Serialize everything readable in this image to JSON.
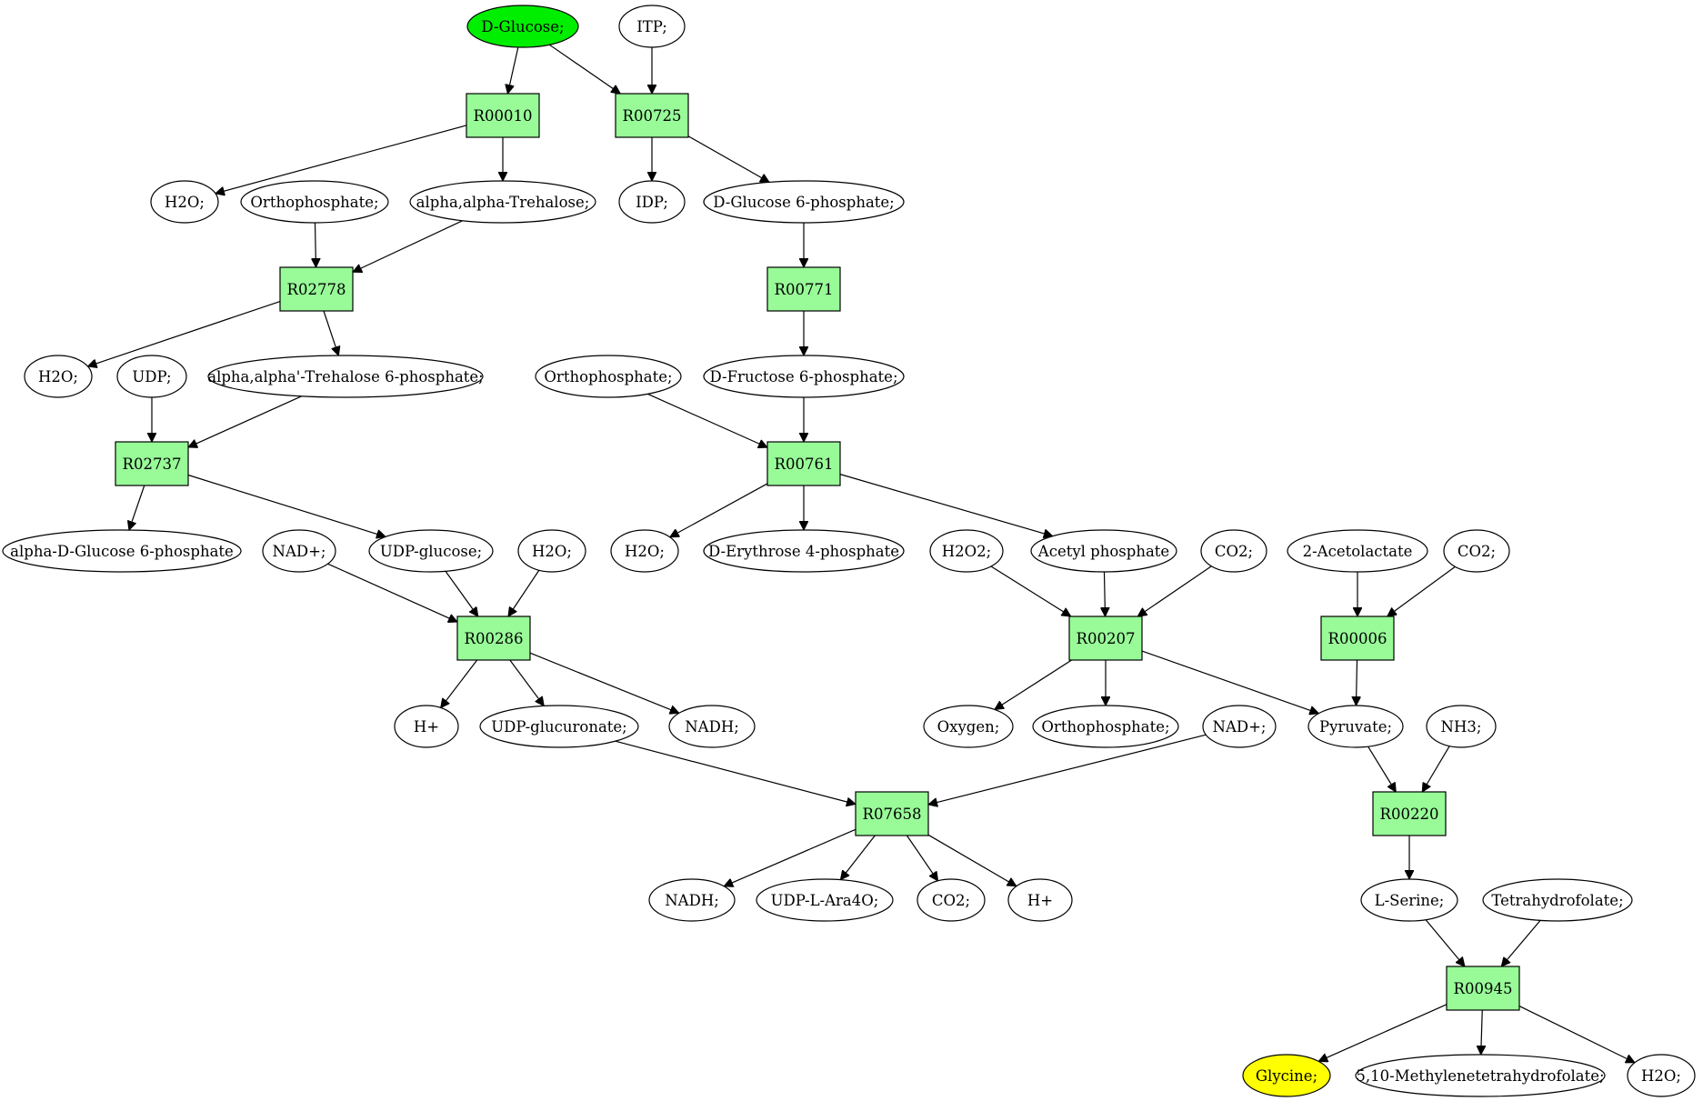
{
  "colors": {
    "reaction_fill": "#98fb98",
    "compound_fill": "#ffffff",
    "start_fill": "#00ee00",
    "end_fill": "#ffff00",
    "stroke": "#000000"
  },
  "nodes": [
    {
      "id": "glucose",
      "label": "D-Glucose;",
      "kind": "compound",
      "role": "start"
    },
    {
      "id": "itp",
      "label": "ITP;",
      "kind": "compound"
    },
    {
      "id": "r00010",
      "label": "R00010",
      "kind": "reaction"
    },
    {
      "id": "r00725",
      "label": "R00725",
      "kind": "reaction"
    },
    {
      "id": "h2o_a",
      "label": "H2O;",
      "kind": "compound"
    },
    {
      "id": "ortho_a",
      "label": "Orthophosphate;",
      "kind": "compound"
    },
    {
      "id": "trehalose",
      "label": "alpha,alpha-Trehalose;",
      "kind": "compound"
    },
    {
      "id": "idp",
      "label": "IDP;",
      "kind": "compound"
    },
    {
      "id": "g6p",
      "label": "D-Glucose 6-phosphate;",
      "kind": "compound"
    },
    {
      "id": "r02778",
      "label": "R02778",
      "kind": "reaction"
    },
    {
      "id": "r00771",
      "label": "R00771",
      "kind": "reaction"
    },
    {
      "id": "h2o_b",
      "label": "H2O;",
      "kind": "compound"
    },
    {
      "id": "udp",
      "label": "UDP;",
      "kind": "compound"
    },
    {
      "id": "t6p",
      "label": "alpha,alpha'-Trehalose 6-phosphate;",
      "kind": "compound"
    },
    {
      "id": "ortho_b",
      "label": "Orthophosphate;",
      "kind": "compound"
    },
    {
      "id": "f6p",
      "label": "D-Fructose 6-phosphate;",
      "kind": "compound"
    },
    {
      "id": "r02737",
      "label": "R02737",
      "kind": "reaction"
    },
    {
      "id": "r00761",
      "label": "R00761",
      "kind": "reaction"
    },
    {
      "id": "adg6p",
      "label": "alpha-D-Glucose 6-phosphate",
      "kind": "compound"
    },
    {
      "id": "nad_a",
      "label": "NAD+;",
      "kind": "compound"
    },
    {
      "id": "udpglc",
      "label": "UDP-glucose;",
      "kind": "compound"
    },
    {
      "id": "h2o_c",
      "label": "H2O;",
      "kind": "compound"
    },
    {
      "id": "h2o_d",
      "label": "H2O;",
      "kind": "compound"
    },
    {
      "id": "e4p",
      "label": "D-Erythrose 4-phosphate",
      "kind": "compound"
    },
    {
      "id": "h2o2",
      "label": "H2O2;",
      "kind": "compound"
    },
    {
      "id": "acp",
      "label": "Acetyl phosphate",
      "kind": "compound"
    },
    {
      "id": "co2_a",
      "label": "CO2;",
      "kind": "compound"
    },
    {
      "id": "acetolactate",
      "label": "2-Acetolactate",
      "kind": "compound"
    },
    {
      "id": "co2_b",
      "label": "CO2;",
      "kind": "compound"
    },
    {
      "id": "r00286",
      "label": "R00286",
      "kind": "reaction"
    },
    {
      "id": "r00207",
      "label": "R00207",
      "kind": "reaction"
    },
    {
      "id": "r00006",
      "label": "R00006",
      "kind": "reaction"
    },
    {
      "id": "hplus_a",
      "label": "H+",
      "kind": "compound"
    },
    {
      "id": "udpglcua",
      "label": "UDP-glucuronate;",
      "kind": "compound"
    },
    {
      "id": "nadh_a",
      "label": "NADH;",
      "kind": "compound"
    },
    {
      "id": "oxygen",
      "label": "Oxygen;",
      "kind": "compound"
    },
    {
      "id": "ortho_c",
      "label": "Orthophosphate;",
      "kind": "compound"
    },
    {
      "id": "nad_b",
      "label": "NAD+;",
      "kind": "compound"
    },
    {
      "id": "pyruvate",
      "label": "Pyruvate;",
      "kind": "compound"
    },
    {
      "id": "nh3",
      "label": "NH3;",
      "kind": "compound"
    },
    {
      "id": "r07658",
      "label": "R07658",
      "kind": "reaction"
    },
    {
      "id": "r00220",
      "label": "R00220",
      "kind": "reaction"
    },
    {
      "id": "nadh_b",
      "label": "NADH;",
      "kind": "compound"
    },
    {
      "id": "udpara",
      "label": "UDP-L-Ara4O;",
      "kind": "compound"
    },
    {
      "id": "co2_c",
      "label": "CO2;",
      "kind": "compound"
    },
    {
      "id": "hplus_b",
      "label": "H+",
      "kind": "compound"
    },
    {
      "id": "serine",
      "label": "L-Serine;",
      "kind": "compound"
    },
    {
      "id": "thf",
      "label": "Tetrahydrofolate;",
      "kind": "compound"
    },
    {
      "id": "r00945",
      "label": "R00945",
      "kind": "reaction"
    },
    {
      "id": "glycine",
      "label": "Glycine;",
      "kind": "compound",
      "role": "end"
    },
    {
      "id": "methylene_thf",
      "label": "5,10-Methylenetetrahydrofolate;",
      "kind": "compound"
    },
    {
      "id": "h2o_e",
      "label": "H2O;",
      "kind": "compound"
    }
  ],
  "edges": [
    [
      "glucose",
      "r00010"
    ],
    [
      "glucose",
      "r00725"
    ],
    [
      "itp",
      "r00725"
    ],
    [
      "r00010",
      "h2o_a"
    ],
    [
      "r00010",
      "trehalose"
    ],
    [
      "r00725",
      "idp"
    ],
    [
      "r00725",
      "g6p"
    ],
    [
      "ortho_a",
      "r02778"
    ],
    [
      "trehalose",
      "r02778"
    ],
    [
      "g6p",
      "r00771"
    ],
    [
      "r02778",
      "h2o_b"
    ],
    [
      "r02778",
      "t6p"
    ],
    [
      "r00771",
      "f6p"
    ],
    [
      "udp",
      "r02737"
    ],
    [
      "t6p",
      "r02737"
    ],
    [
      "ortho_b",
      "r00761"
    ],
    [
      "f6p",
      "r00761"
    ],
    [
      "r02737",
      "adg6p"
    ],
    [
      "r02737",
      "udpglc"
    ],
    [
      "r00761",
      "h2o_d"
    ],
    [
      "r00761",
      "e4p"
    ],
    [
      "r00761",
      "acp"
    ],
    [
      "nad_a",
      "r00286"
    ],
    [
      "udpglc",
      "r00286"
    ],
    [
      "h2o_c",
      "r00286"
    ],
    [
      "h2o2",
      "r00207"
    ],
    [
      "acp",
      "r00207"
    ],
    [
      "co2_a",
      "r00207"
    ],
    [
      "acetolactate",
      "r00006"
    ],
    [
      "co2_b",
      "r00006"
    ],
    [
      "r00286",
      "hplus_a"
    ],
    [
      "r00286",
      "udpglcua"
    ],
    [
      "r00286",
      "nadh_a"
    ],
    [
      "r00207",
      "oxygen"
    ],
    [
      "r00207",
      "ortho_c"
    ],
    [
      "r00207",
      "pyruvate"
    ],
    [
      "r00006",
      "pyruvate"
    ],
    [
      "udpglcua",
      "r07658"
    ],
    [
      "nad_b",
      "r07658"
    ],
    [
      "pyruvate",
      "r00220"
    ],
    [
      "nh3",
      "r00220"
    ],
    [
      "r07658",
      "nadh_b"
    ],
    [
      "r07658",
      "udpara"
    ],
    [
      "r07658",
      "co2_c"
    ],
    [
      "r07658",
      "hplus_b"
    ],
    [
      "r00220",
      "serine"
    ],
    [
      "serine",
      "r00945"
    ],
    [
      "thf",
      "r00945"
    ],
    [
      "r00945",
      "glycine"
    ],
    [
      "r00945",
      "methylene_thf"
    ],
    [
      "r00945",
      "h2o_e"
    ]
  ]
}
